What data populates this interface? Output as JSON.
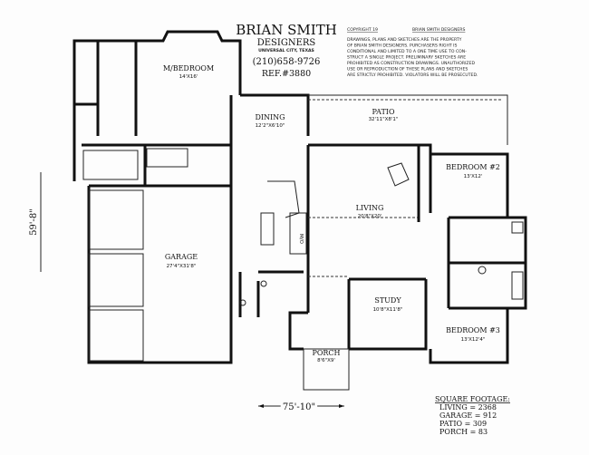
{
  "title_block": {
    "company": "BRIAN SMITH",
    "subtitle": "DESIGNERS",
    "location": "UNIVERSAL CITY, TEXAS",
    "phone": "(210)658-9726",
    "ref": "REF.#3880"
  },
  "copyright": {
    "header_left": "COPYRIGHT 19",
    "header_right": "BRIAN SMITH DESIGNERS",
    "lines": [
      "DRAWINGS, PLANS AND SKETCHES ARE THE PROPERTY",
      "OF BRIAN SMITH DESIGNERS.  PURCHASERS RIGHT IS",
      "CONDITIONAL AND LIMITED TO A ONE TIME USE TO CON-",
      "STRUCT A SINGLE PROJECT.  PRELIMINARY SKETCHES ARE",
      "PROHIBITED AS CONSTRUCTION DRAWINGS.  UNAUTHORIZED",
      "USE OR REPRODUCTION OF THESE PLANS AND SKETCHES",
      "ARE STRICTLY PROHIBITED.  VIOLATORS WILL BE PROSECUTED."
    ]
  },
  "rooms": {
    "master": {
      "name": "M/BEDROOM",
      "size": "14'X16'"
    },
    "dining": {
      "name": "DINING",
      "size": "12'2\"X6'10\""
    },
    "patio": {
      "name": "PATIO",
      "size": "32'11\"X8'1\""
    },
    "bedroom2": {
      "name": "BEDROOM #2",
      "size": "13'X12'"
    },
    "living": {
      "name": "LIVING",
      "size": "20'8\"X20'"
    },
    "garage": {
      "name": "GARAGE",
      "size": "27'4\"X31'8\""
    },
    "study": {
      "name": "STUDY",
      "size": "10'8\"X11'8\""
    },
    "bedroom3": {
      "name": "BEDROOM #3",
      "size": "13'X12'4\""
    },
    "porch": {
      "name": "PORCH",
      "size": "8'6\"X9'"
    },
    "mo": "M/O"
  },
  "dimensions": {
    "depth": "59'-8\"",
    "width": "75'-10\""
  },
  "square_footage": {
    "heading": "SQUARE FOOTAGE:",
    "living": "LIVING = 2368",
    "garage": "GARAGE = 912",
    "patio": "PATIO = 309",
    "porch": "PORCH = 83"
  }
}
